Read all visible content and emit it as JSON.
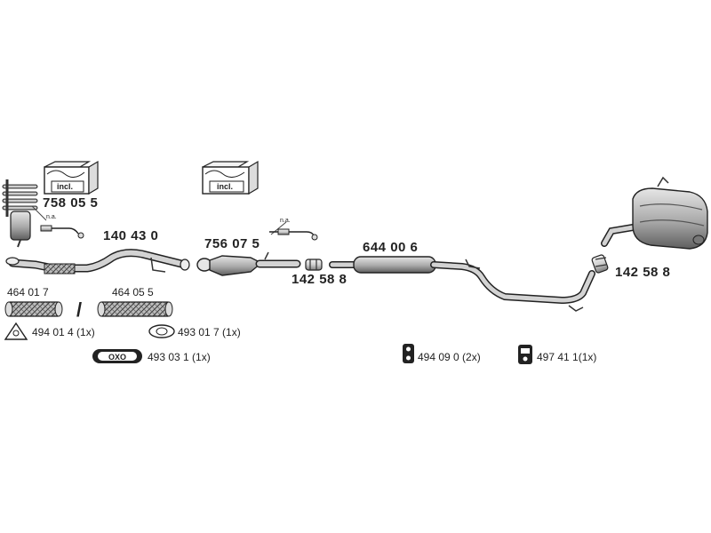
{
  "diagram": {
    "incl_label": "incl.",
    "na_label": "n.a.",
    "separator": "/",
    "part_numbers": {
      "manifold_kit": "758 05 5",
      "front_pipe": "140 43 0",
      "catalyst_kit": "756 07 5",
      "clamp_front": "142 58 8",
      "middle_silencer": "644 00 6",
      "clamp_rear": "142 58 8",
      "flex_pipe_a": "464 01 7",
      "flex_pipe_b": "464 05 5"
    },
    "accessories": {
      "gasket_triangle": "494 01 4 (1x)",
      "gasket_oval": "493 01 7 (1x)",
      "gasket_ring": "493 03 1 (1x)",
      "rubber_mount_a": "494 09 0 (2x)",
      "rubber_mount_b": "497 41 1(1x)"
    },
    "colors": {
      "line": "#2b2b2b",
      "part_fill": "#d9d9d9",
      "part_dark": "#8a8a8a"
    }
  }
}
